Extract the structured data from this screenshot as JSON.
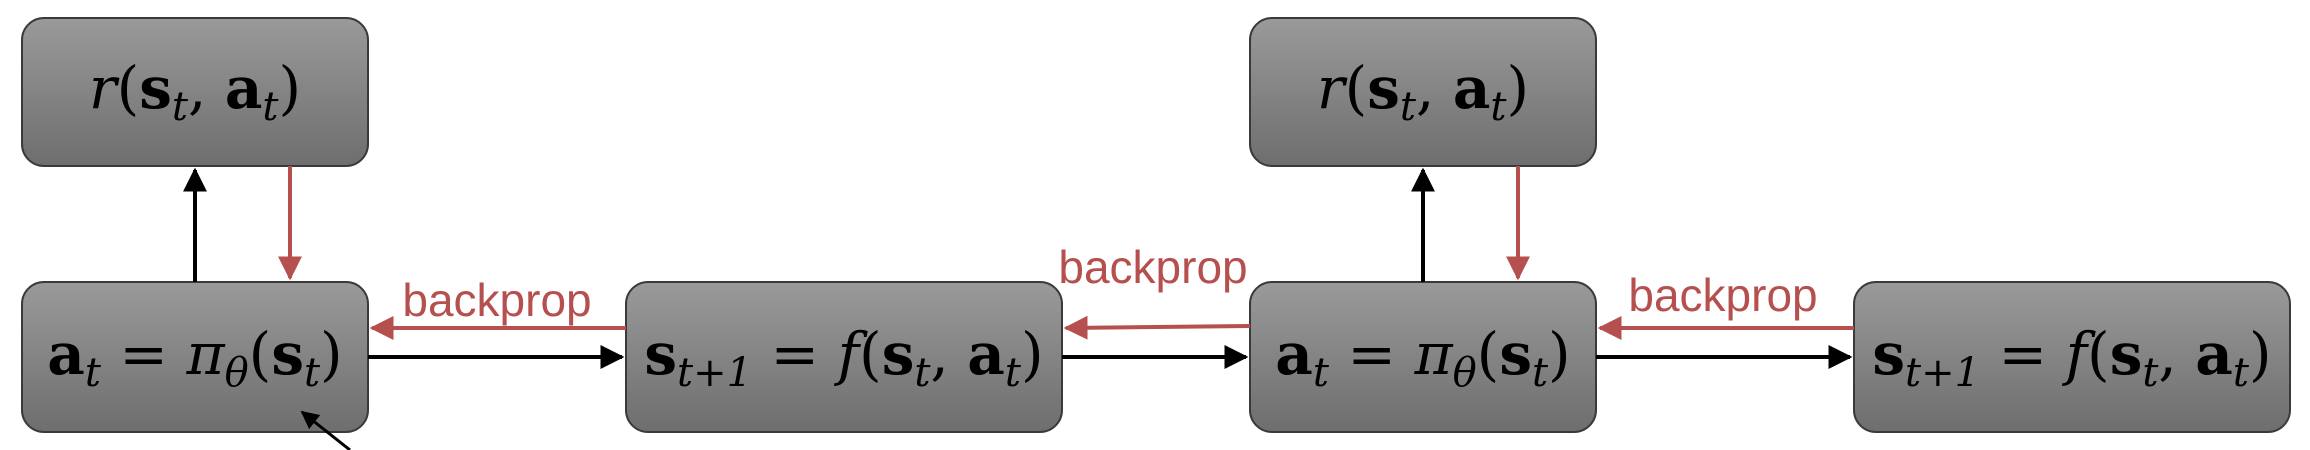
{
  "colors": {
    "box_top": "#9a9a9a",
    "box_bottom": "#6e6e6e",
    "box_stroke": "#3a3a3a",
    "forward_arrow": "#000000",
    "backprop_arrow": "#b5504f"
  },
  "labels": {
    "backprop_1": "backprop",
    "backprop_2": "backprop",
    "backprop_3": "backprop"
  },
  "boxes": {
    "reward_1": {
      "fn": "r",
      "s": "s",
      "s_sub": "t",
      "a": "a",
      "a_sub": "t"
    },
    "action_1": {
      "a": "a",
      "a_sub": "t",
      "pi": "π",
      "pi_sub": "θ",
      "s": "s",
      "s_sub": "t"
    },
    "state_1": {
      "s_left": "s",
      "s_left_sub": "t+1",
      "fn": "f",
      "s": "s",
      "s_sub": "t",
      "a": "a",
      "a_sub": "t"
    },
    "reward_2": {
      "fn": "r",
      "s": "s",
      "s_sub": "t",
      "a": "a",
      "a_sub": "t"
    },
    "action_2": {
      "a": "a",
      "a_sub": "t",
      "pi": "π",
      "pi_sub": "θ",
      "s": "s",
      "s_sub": "t"
    },
    "state_2": {
      "s_left": "s",
      "s_left_sub": "t+1",
      "fn": "f",
      "s": "s",
      "s_sub": "t",
      "a": "a",
      "a_sub": "t"
    }
  }
}
